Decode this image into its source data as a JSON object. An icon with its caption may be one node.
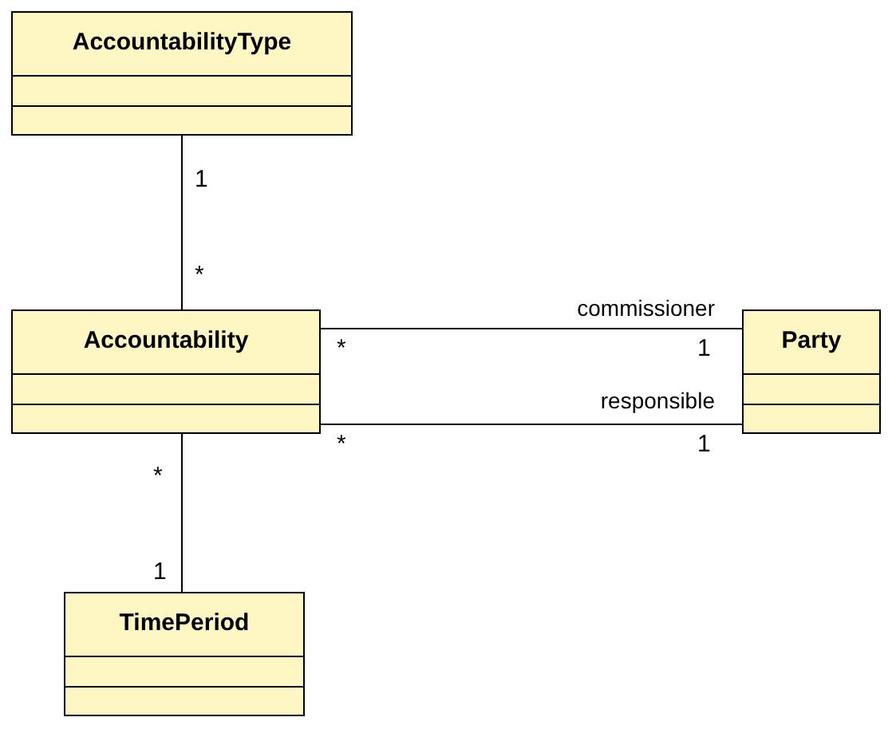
{
  "diagram": {
    "nodes": [
      {
        "text": [
          "AccountabilityType"
        ]
      },
      {
        "text": [
          "Accountability"
        ]
      },
      {
        "text": [
          "Party"
        ]
      },
      {
        "text": [
          "TimePeriod"
        ]
      }
    ],
    "edges": [
      {
        "from": 0,
        "to": 1,
        "arrow": "none"
      },
      {
        "from": 1,
        "to": 2,
        "label": "commissioner",
        "arrow": "none"
      },
      {
        "from": 1,
        "to": 2,
        "label": "responsible",
        "arrow": "none"
      },
      {
        "from": 1,
        "to": 3,
        "arrow": "none"
      }
    ],
    "labels": [
      "1",
      "*",
      "*",
      "1",
      "*",
      "1",
      "*",
      "1"
    ]
  }
}
